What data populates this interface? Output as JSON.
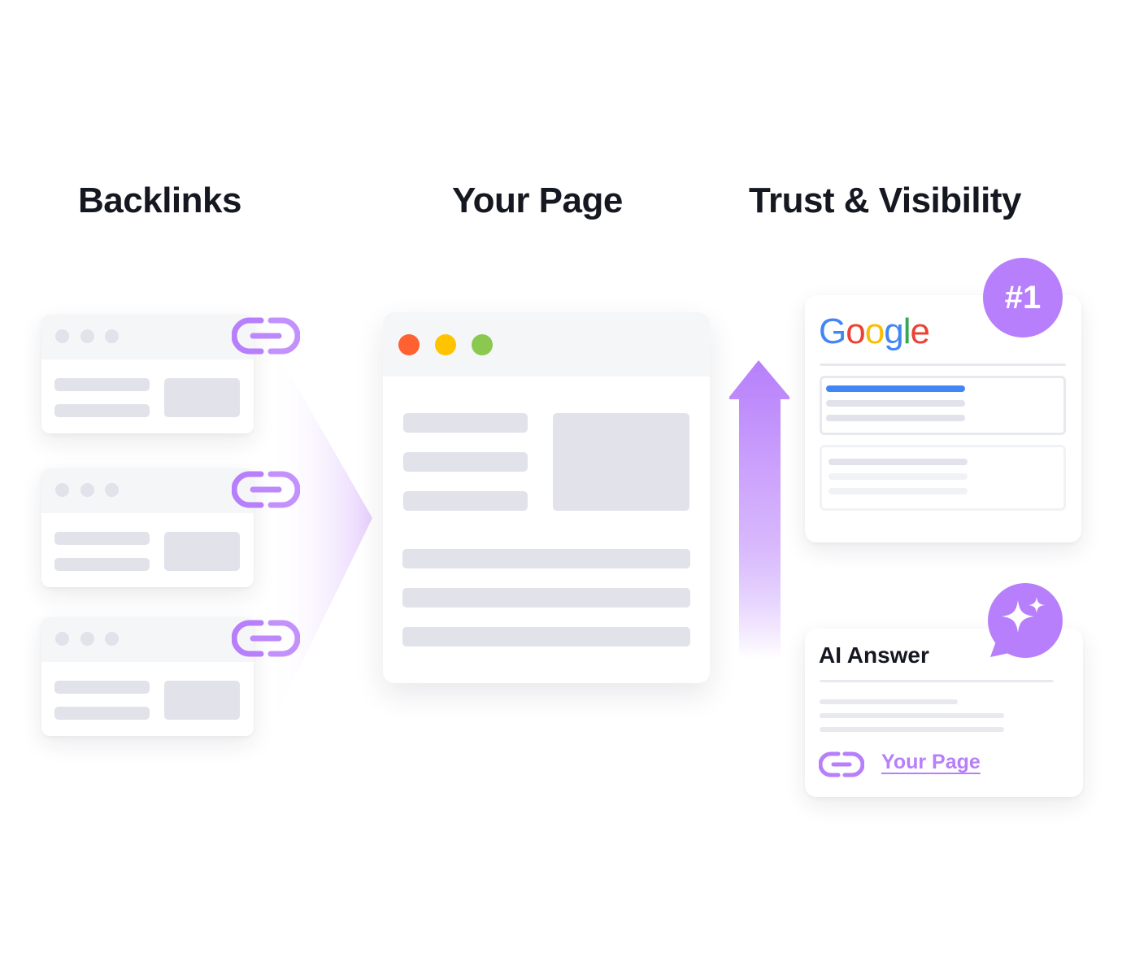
{
  "columns": {
    "backlinks": {
      "title": "Backlinks"
    },
    "your_page": {
      "title": "Your Page"
    },
    "trust": {
      "title": "Trust & Visibility"
    }
  },
  "backlink_cards": [
    {
      "icon": "link-icon"
    },
    {
      "icon": "link-icon"
    },
    {
      "icon": "link-icon"
    }
  ],
  "browser_window": {
    "controls": [
      {
        "name": "close",
        "color": "#FF6130"
      },
      {
        "name": "minimize",
        "color": "#FFC300"
      },
      {
        "name": "maximize",
        "color": "#8BC850"
      }
    ]
  },
  "google_card": {
    "logo_letters": [
      {
        "char": "G",
        "color": "#4285F4"
      },
      {
        "char": "o",
        "color": "#EA4335"
      },
      {
        "char": "o",
        "color": "#FBBC05"
      },
      {
        "char": "g",
        "color": "#4285F4"
      },
      {
        "char": "l",
        "color": "#34A853"
      },
      {
        "char": "e",
        "color": "#EA4335"
      }
    ],
    "rank_badge": "#1",
    "highlight_color": "#4285F4"
  },
  "ai_card": {
    "title": "AI Answer",
    "link_label": "Your Page",
    "icon": "sparkle-chat-icon"
  },
  "colors": {
    "accent": "#B77FFB",
    "text": "#161821",
    "placeholder": "#E1E2EA",
    "header_bg": "#F5F6F8"
  }
}
